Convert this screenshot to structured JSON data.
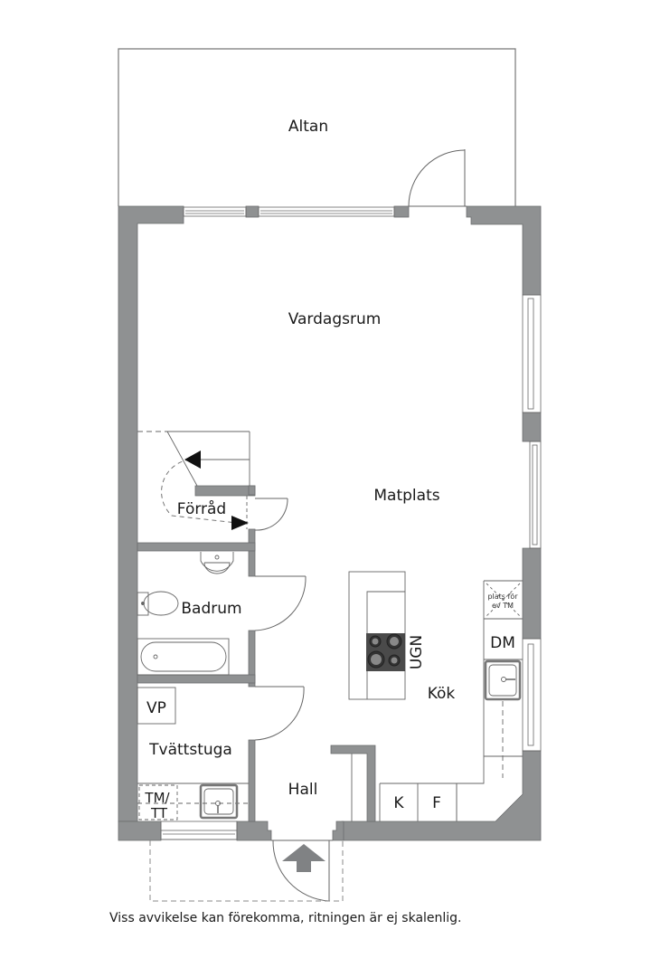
{
  "plan": {
    "rooms": {
      "altan": "Altan",
      "vardagsrum": "Vardagsrum",
      "matplats": "Matplats",
      "forrad": "Förråd",
      "badrum": "Badrum",
      "tvattstuga": "Tvättstuga",
      "hall": "Hall",
      "kok": "Kök"
    },
    "fixtures": {
      "vp": "VP",
      "tm_tt_line1": "TM/",
      "tm_tt_line2": "TT",
      "ugn": "UGN",
      "dm": "DM",
      "plats_line1": "plats för",
      "plats_line2": "ev TM",
      "k": "K",
      "f": "F"
    },
    "colors": {
      "wall": "#8f9192",
      "wall_stroke": "#6b6d6e",
      "line": "#666666",
      "stove": "#4a4a4a",
      "arrow": "#808284"
    }
  },
  "footer": {
    "disclaimer": "Viss avvikelse kan förekomma, ritningen är ej skalenlig."
  }
}
